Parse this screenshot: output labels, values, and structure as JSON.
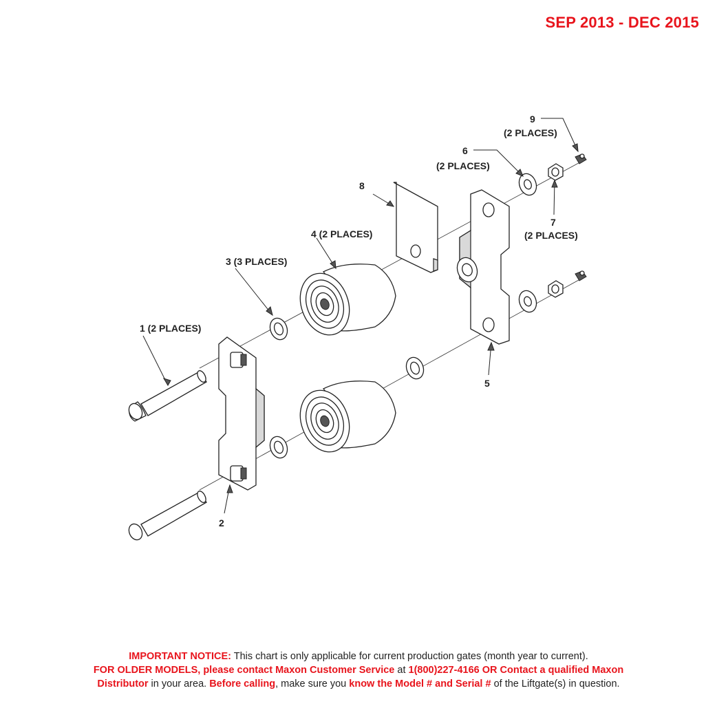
{
  "header": {
    "date_range": "SEP 2013 - DEC 2015"
  },
  "callouts": {
    "c1": "1 (2 PLACES)",
    "c2": "2",
    "c3": "3 (3 PLACES)",
    "c4": "4 (2 PLACES)",
    "c5": "5",
    "c6_num": "6",
    "c6_qty": "(2 PLACES)",
    "c7_num": "7",
    "c7_qty": "(2 PLACES)",
    "c8": "8",
    "c9_num": "9",
    "c9_qty": "(2 PLACES)"
  },
  "notice": {
    "l1_bold": "IMPORTANT NOTICE:",
    "l1_text": " This chart is only applicable for current production gates (month year to current).",
    "l2_bold": "FOR OLDER MODELS, please contact Maxon Customer Service",
    "l2_at": " at ",
    "l2_bold2": "1(800)227-4166 OR Contact a qualified Maxon",
    "l3_bold": "Distributor",
    "l3_text": " in your area. ",
    "l3_bold2": "Before calling",
    "l3_text2": ", make sure you ",
    "l3_bold3": "know the Model # and Serial #",
    "l3_text3": " of the Liftgate(s) in question."
  },
  "colors": {
    "accent_red": "#e8141c",
    "line": "#222222"
  }
}
